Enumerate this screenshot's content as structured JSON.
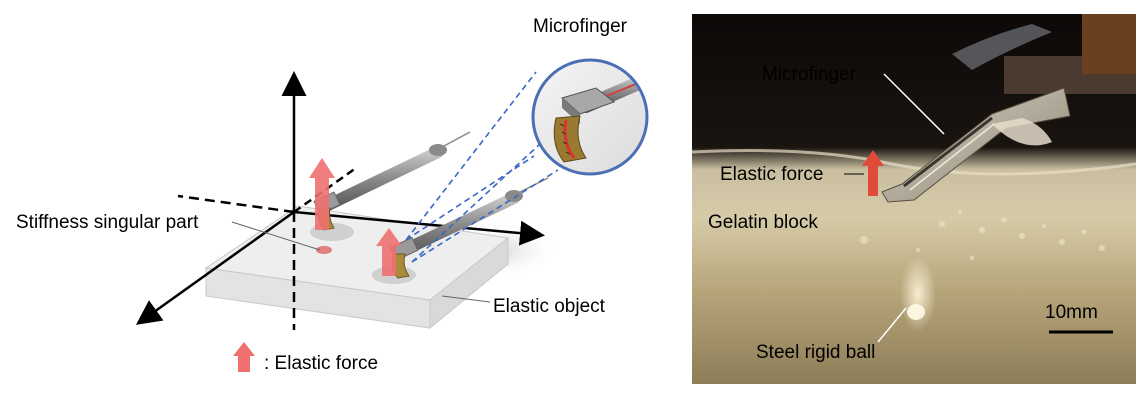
{
  "left_panel": {
    "labels": {
      "microfinger": "Microfinger",
      "stiffness_singular_part": "Stiffness singular part",
      "elastic_object": "Elastic object",
      "legend_elastic_force": ": Elastic force"
    }
  },
  "right_panel": {
    "labels": {
      "microfinger": "Microfinger",
      "elastic_force": "Elastic force",
      "gelatin_block": "Gelatin block",
      "steel_rigid_ball": "Steel rigid ball",
      "scale_bar": "10mm"
    }
  },
  "colors": {
    "force_arrow": "#f07070",
    "inset_ring": "#4a6fb5",
    "dashed_leader": "#3a66c4",
    "photo_bg_top": "#0c0908",
    "gelatin": "#c9b892"
  }
}
